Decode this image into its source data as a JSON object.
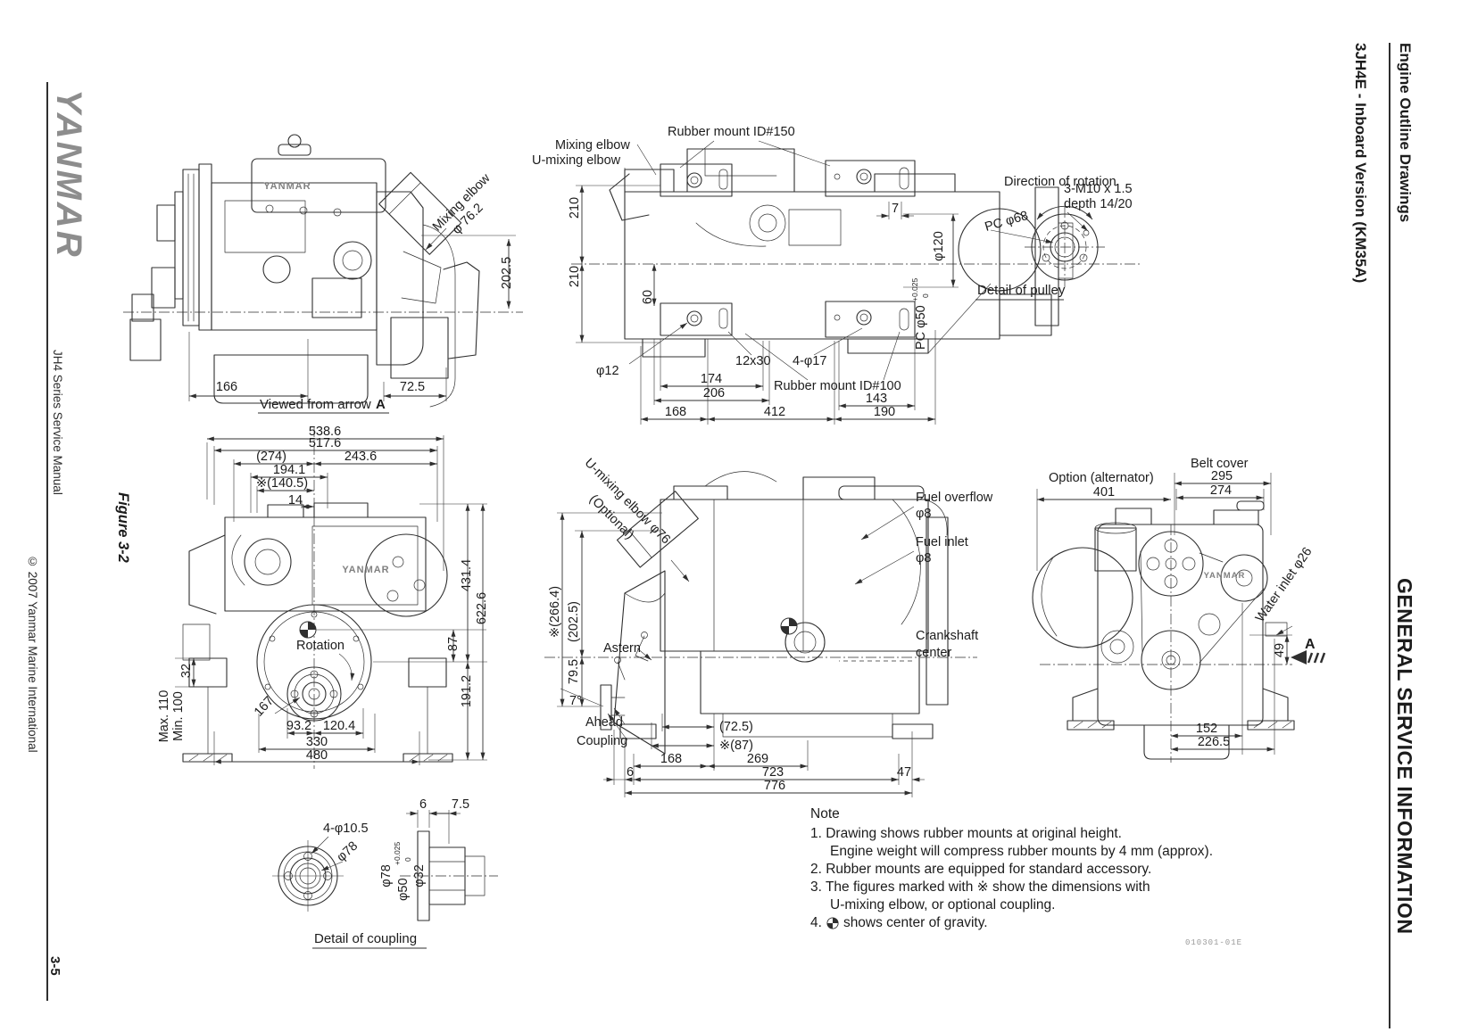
{
  "left_bar": {
    "logo": "YANMAR",
    "series": "JH4 Series Service Manual",
    "copyright": "© 2007 Yanmar Marine International",
    "page_no": "3-5"
  },
  "right_bar": {
    "section": "Engine Outline Drawings",
    "model": "3JH4E - Inboard Version (KM35A)",
    "chapter": "GENERAL SERVICE INFORMATION"
  },
  "figure": "Figure 3-2",
  "doc_code": "010301-01E",
  "view_a": {
    "engine_logo": "YANMAR",
    "mixing_elbow": "Mixing elbow",
    "mixing_dia": "φ 76.2",
    "d202": "202.5",
    "d166": "166",
    "d72": "72.5",
    "caption": "Viewed from arrow",
    "caption_bold": "A"
  },
  "top_view": {
    "rubber150": "Rubber mount ID#150",
    "mixing": "Mixing elbow",
    "umixing": "U-mixing elbow",
    "rubber100": "Rubber mount ID#100",
    "slot": "12x30",
    "holes": "4-φ17",
    "d210a": "210",
    "d210b": "210",
    "d60": "60",
    "d12": "φ12",
    "d174": "174",
    "d206": "206",
    "d168": "168",
    "d412": "412",
    "d143": "143",
    "d190": "190",
    "d7": "7",
    "d120": "φ120",
    "pc50": "PC φ50",
    "tol_up": "+0.025",
    "tol_dn": "0"
  },
  "pulley": {
    "direction": "Direction of rotation",
    "pc68": "PC φ68",
    "bolt": "3-M10 x 1.5",
    "depth": "depth 14/20",
    "caption": "Detail of pulley"
  },
  "rear_view": {
    "engine_logo": "YANMAR",
    "d538": "538.6",
    "d517": "517.6",
    "d274": "(274)",
    "d243": "243.6",
    "d194": "194.1",
    "d140": "※(140.5)",
    "d14": "14",
    "d431": "431.4",
    "d622": "622.6",
    "d87": "87",
    "d191": "191.2",
    "d32": "32",
    "max": "Max. 110",
    "min": "Min. 100",
    "rotation": "Rotation",
    "d167": "167",
    "d93": "93.2",
    "d120": "120.4",
    "d330": "330",
    "d480": "480"
  },
  "coupling": {
    "holes": "4-φ10.5",
    "d78diag": "φ78",
    "d6": "6",
    "d75": "7.5",
    "d78": "φ78",
    "d50": "φ50",
    "tol_up": "+0.025",
    "tol_dn": "0",
    "d32": "φ32",
    "caption": "Detail of coupling"
  },
  "side_view": {
    "umixing": "U-mixing elbow φ76",
    "optional": "(Optional)",
    "d266": "※(266.4)",
    "d202": "(202.5)",
    "d79": "79.5",
    "angle": "7°",
    "astern": "Astern",
    "ahead": "Ahead",
    "coupling": "Coupling",
    "d72": "(72.5)",
    "d87": "※(87)",
    "d168": "168",
    "d269": "269",
    "d723": "723",
    "d47": "47",
    "d6": "6",
    "d776": "776",
    "fuel_overflow": "Fuel overflow",
    "d8a": "φ8",
    "fuel_inlet": "Fuel inlet",
    "d8b": "φ8",
    "crank1": "Crankshaft",
    "crank2": "center"
  },
  "front_view": {
    "engine_logo": "YANMAR",
    "option": "Option (alternator)",
    "d401": "401",
    "belt": "Belt cover",
    "d295": "295",
    "d274": "274",
    "water": "Water inlet φ26",
    "d49": "49",
    "arrow": "A",
    "d152": "152",
    "d226": "226.5"
  },
  "note": {
    "title": "Note",
    "lines": [
      "1. Drawing shows rubber mounts at original height.",
      "Engine weight will compress rubber mounts by 4 mm (approx).",
      "2. Rubber mounts are equipped for standard accessory.",
      "3. The figures marked with ※ show the dimensions with",
      "U-mixing elbow, or optional coupling."
    ],
    "item4_prefix": "4.",
    "item4_suffix": "shows center of gravity."
  }
}
